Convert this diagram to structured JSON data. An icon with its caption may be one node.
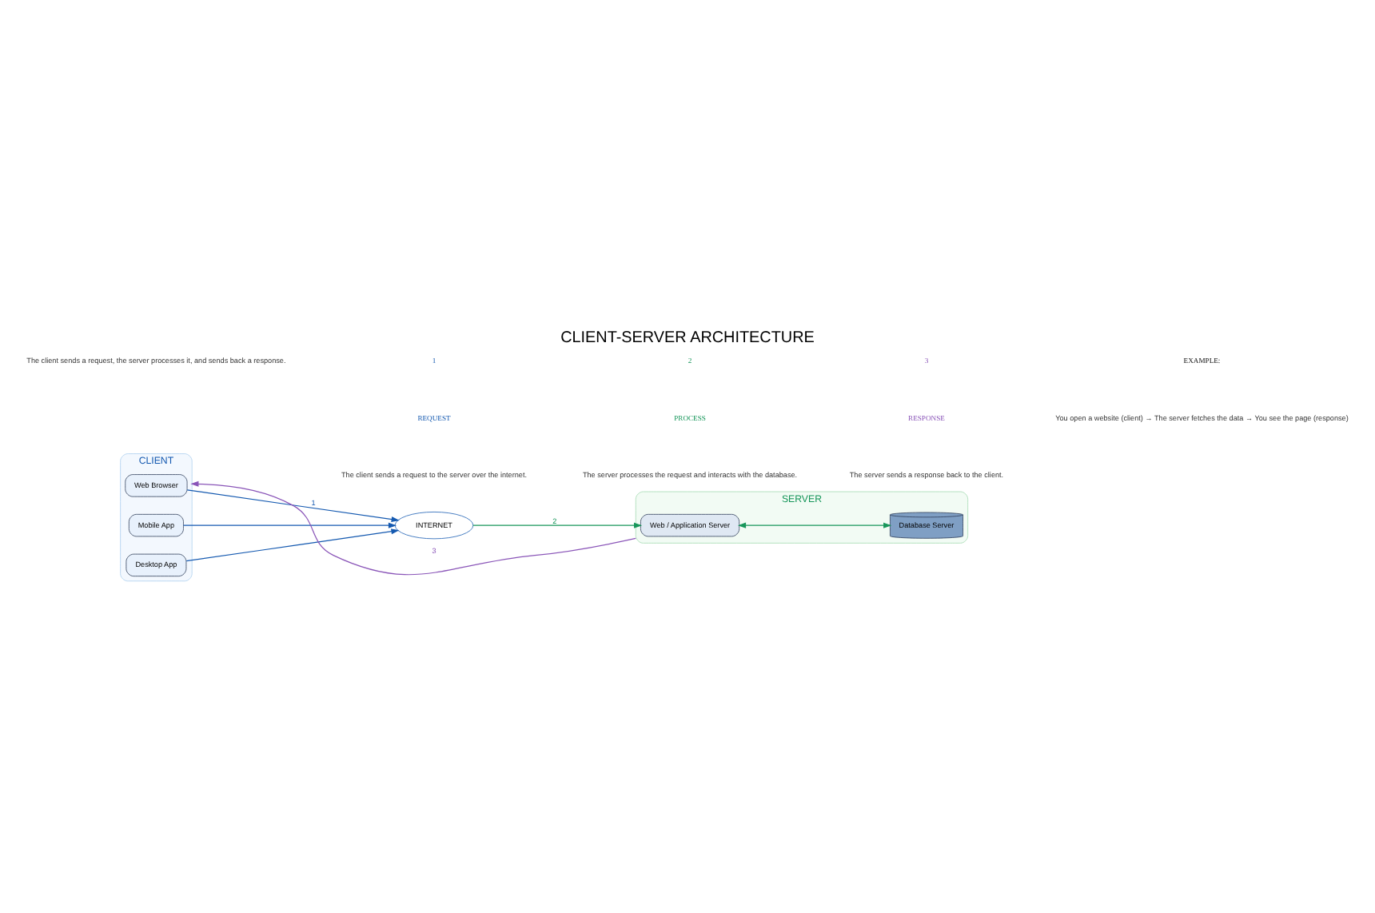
{
  "diagram": {
    "title": "CLIENT-SERVER ARCHITECTURE",
    "nodes": [
      {
        "text": [
          "CLIENT"
        ]
      },
      {
        "text": [
          "Web Browser"
        ],
        "in": 0
      },
      {
        "text": [
          "Mobile App"
        ],
        "in": 0
      },
      {
        "text": [
          "Desktop App"
        ],
        "in": 0
      },
      {
        "text": [
          "INTERNET"
        ]
      },
      {
        "text": [
          "SERVER"
        ]
      },
      {
        "text": [
          "Web / Application Server"
        ],
        "in": 5
      },
      {
        "text": [
          "Database Server"
        ],
        "in": 5
      }
    ],
    "edges": [
      {
        "from": 1,
        "to": 4,
        "arrow": "to",
        "label": "1"
      },
      {
        "from": 2,
        "to": 4,
        "arrow": "to"
      },
      {
        "from": 3,
        "to": 4,
        "arrow": "to"
      },
      {
        "from": 4,
        "to": 6,
        "arrow": "to",
        "label": "2",
        "color": "#17965a"
      },
      {
        "from": 6,
        "to": 7,
        "arrow": "both",
        "color": "#17965a"
      },
      {
        "from": 5,
        "to": 0,
        "arrow": "to",
        "label": "3",
        "color": "#8a55b8"
      }
    ],
    "labels": [
      "The client sends a request, the server processes it, and sends back a response.",
      "1",
      "REQUEST",
      "The client sends a request to the server over the internet.",
      "2",
      "PROCESS",
      "The server processes the request and interacts with the database.",
      "3",
      "RESPONSE",
      "The server sends a response back to the client.",
      "EXAMPLE:",
      "You open a website (client) → The server fetches the data → You see the page (response)"
    ]
  }
}
